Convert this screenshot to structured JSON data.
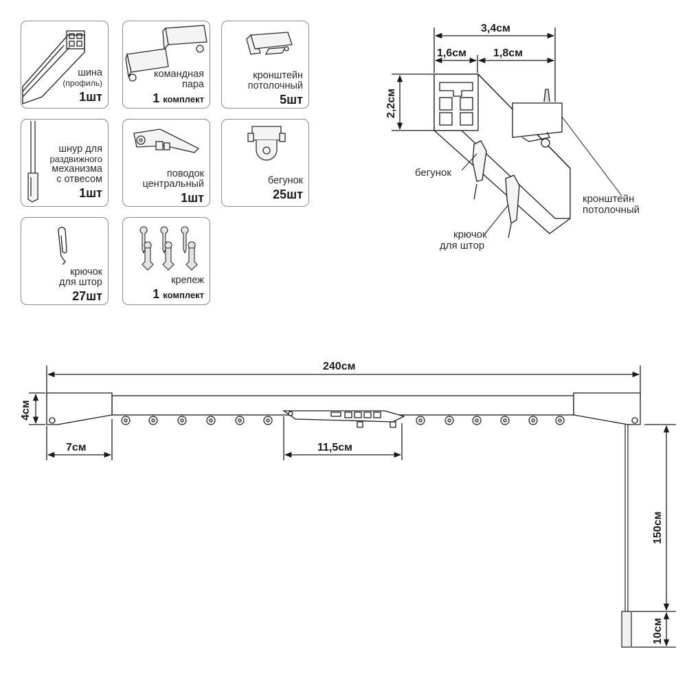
{
  "kit": [
    {
      "name_lines": [
        "шина"
      ],
      "name_sub": "(профиль)",
      "qty": "1шт"
    },
    {
      "name_lines": [
        "командная",
        "пара"
      ],
      "qty_num": "1",
      "qty_unit": "комплект"
    },
    {
      "name_lines": [
        "кронштейн",
        "потолочный"
      ],
      "qty": "5шт"
    },
    {
      "name_lines": [
        "шнур для",
        "раздвижного",
        "механизма",
        "с отвесом"
      ],
      "qty": "1шт"
    },
    {
      "name_lines": [
        "поводок",
        "центральный"
      ],
      "qty": "1шт"
    },
    {
      "name_lines": [
        "бегунок"
      ],
      "qty": "25шт"
    },
    {
      "name_lines": [
        "крючок",
        "для штор"
      ],
      "qty": "27шт"
    },
    {
      "name_lines": [
        "крепеж"
      ],
      "qty_num": "1",
      "qty_unit": "комплект"
    }
  ],
  "profile": {
    "width_total": "3,4см",
    "width_left": "1,6см",
    "width_right": "1,8см",
    "height": "2,2см",
    "label_runner": "бегунок",
    "label_hook_1": "крючок",
    "label_hook_2": "для штор",
    "label_bracket_1": "кронштейн",
    "label_bracket_2": "потолочный"
  },
  "rail": {
    "length": "240см",
    "end_height": "4см",
    "end_length": "7см",
    "slider_length": "11,5см",
    "cord_length": "150см",
    "weight_length": "10см"
  },
  "colors": {
    "line": "#1a1a1a",
    "card_border": "#8a8a8a"
  }
}
